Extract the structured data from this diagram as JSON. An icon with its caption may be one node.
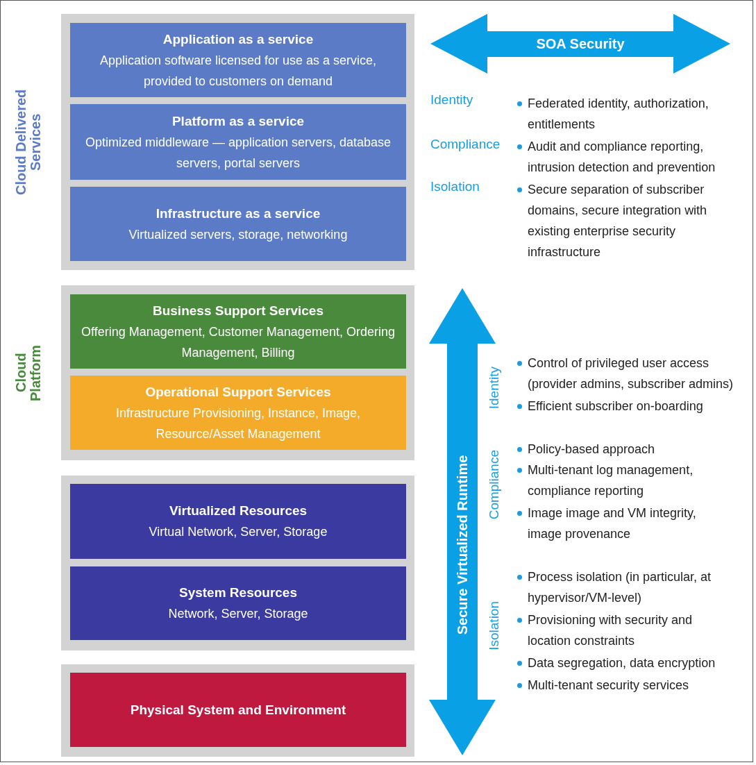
{
  "diagram": {
    "nodes": [
      {
        "text": [
          "Cloud Delivered Services"
        ]
      },
      {
        "text": [
          "Application as a service",
          "Application software licensed for use as a service, provided to customers on demand"
        ],
        "in": 0
      },
      {
        "text": [
          "Platform as a service",
          "Optimized middleware — application servers, database servers, portal servers"
        ],
        "in": 0
      },
      {
        "text": [
          "Infrastructure as a service",
          "Virtualized servers, storage, networking"
        ],
        "in": 0
      },
      {
        "text": [
          "Cloud Platform"
        ]
      },
      {
        "text": [
          "Business Support Services",
          "Offering Management, Customer Management, Ordering Management, Billing"
        ],
        "in": 4
      },
      {
        "text": [
          "Operational Support Services",
          "Infrastructure Provisioning, Instance, Image, Resource/Asset Management"
        ],
        "in": 4
      },
      {
        "text": [],
        "shape": "box"
      },
      {
        "text": [
          "Virtualized Resources",
          "Virtual Network, Server, Storage"
        ],
        "in": 7
      },
      {
        "text": [
          "System Resources",
          "Network, Server, Storage"
        ],
        "in": 7
      },
      {
        "text": [],
        "shape": "box"
      },
      {
        "text": [
          "Physical System and Environment"
        ],
        "in": 10
      },
      {
        "text": [
          "SOA Security"
        ]
      },
      {
        "text": [
          "Secure Virtualized Runtime"
        ]
      }
    ],
    "labels": [
      "Identity",
      "Federated identity, authorization, entitlements",
      "Compliance",
      "Audit and compliance reporting, intrusion detection and prevention",
      "Isolation",
      "Secure separation of subscriber domains, secure integration with existing enterprise security infrastructure",
      "Identity",
      "Control of privileged user access (provider admins, subscriber admins)",
      "Efficient subscriber on-boarding",
      "Compliance",
      "Policy-based approach",
      "Multi-tenant log management, compliance reporting",
      "Image image and VM integrity, image provenance",
      "Isolation",
      "Process isolation (in particular, at hypervisor/VM-level)",
      "Provisioning with security and location constraints",
      "Data segregation, data encryption",
      "Multi-tenant security services"
    ]
  }
}
